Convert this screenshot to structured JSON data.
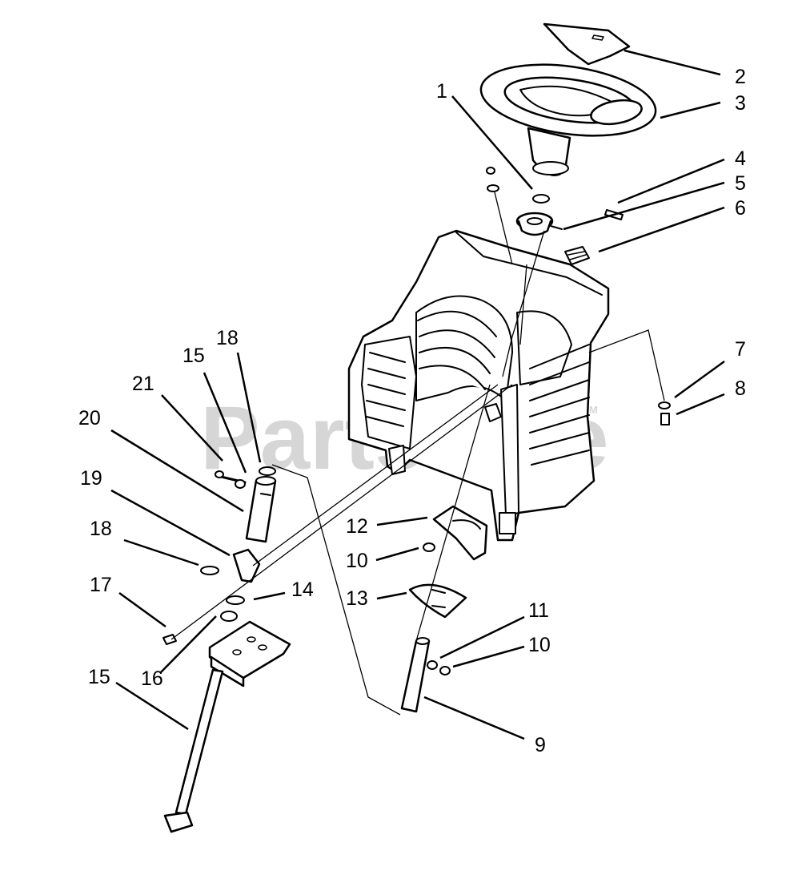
{
  "watermark": {
    "text": "PartsTree",
    "tm": "TM",
    "color": "#d6d6d6"
  },
  "colors": {
    "ink": "#000000",
    "paper": "#ffffff"
  },
  "callouts": [
    {
      "id": "c1",
      "label": "1"
    },
    {
      "id": "c2",
      "label": "2"
    },
    {
      "id": "c3",
      "label": "3"
    },
    {
      "id": "c4",
      "label": "4"
    },
    {
      "id": "c5",
      "label": "5"
    },
    {
      "id": "c6",
      "label": "6"
    },
    {
      "id": "c7",
      "label": "7"
    },
    {
      "id": "c8",
      "label": "8"
    },
    {
      "id": "c9",
      "label": "9"
    },
    {
      "id": "c10a",
      "label": "10"
    },
    {
      "id": "c10b",
      "label": "10"
    },
    {
      "id": "c11",
      "label": "11"
    },
    {
      "id": "c12",
      "label": "12"
    },
    {
      "id": "c13",
      "label": "13"
    },
    {
      "id": "c14",
      "label": "14"
    },
    {
      "id": "c15a",
      "label": "15"
    },
    {
      "id": "c15b",
      "label": "15"
    },
    {
      "id": "c16",
      "label": "16"
    },
    {
      "id": "c17",
      "label": "17"
    },
    {
      "id": "c18a",
      "label": "18"
    },
    {
      "id": "c18b",
      "label": "18"
    },
    {
      "id": "c19",
      "label": "19"
    },
    {
      "id": "c20",
      "label": "20"
    },
    {
      "id": "c21",
      "label": "21"
    }
  ]
}
